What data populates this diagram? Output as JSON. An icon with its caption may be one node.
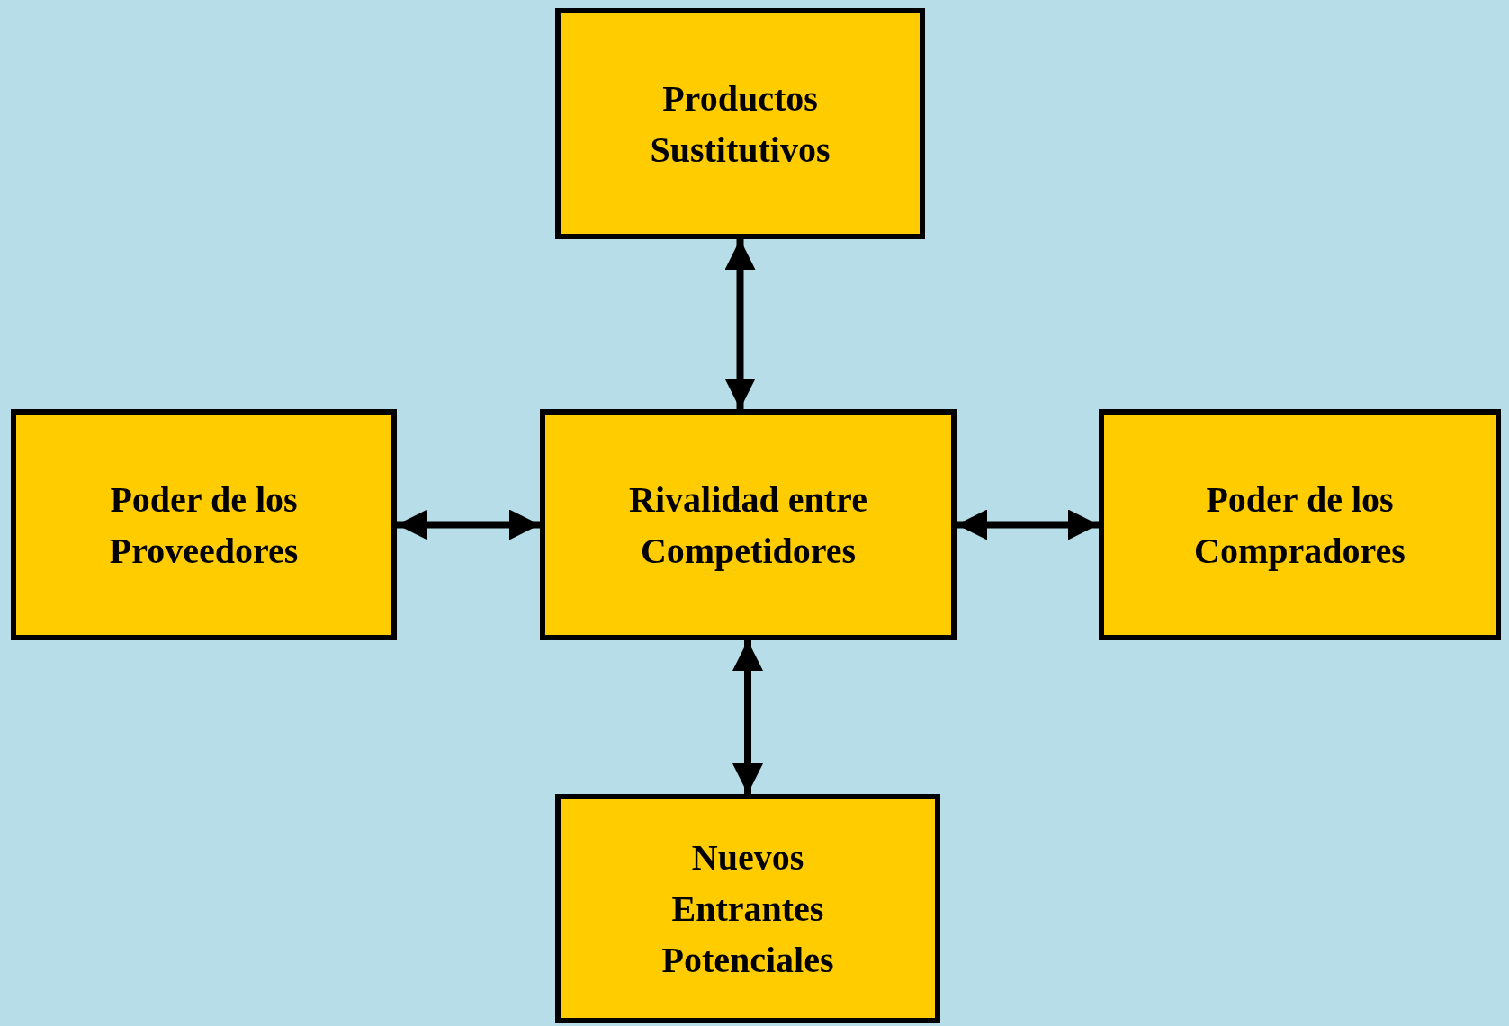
{
  "diagram": {
    "nodes": [
      {
        "text": [
          "Productos Sustitutivos"
        ]
      },
      {
        "text": [
          "Poder de los Proveedores"
        ]
      },
      {
        "text": [
          "Rivalidad entre Competidores"
        ]
      },
      {
        "text": [
          "Poder de los Compradores"
        ]
      },
      {
        "text": [
          "Nuevos Entrantes Potenciales"
        ]
      }
    ],
    "edges": [
      {
        "from": 0,
        "to": 2,
        "arrow": "both"
      },
      {
        "from": 1,
        "to": 2,
        "arrow": "both"
      },
      {
        "from": 2,
        "to": 3,
        "arrow": "both"
      },
      {
        "from": 2,
        "to": 4,
        "arrow": "both"
      }
    ]
  }
}
